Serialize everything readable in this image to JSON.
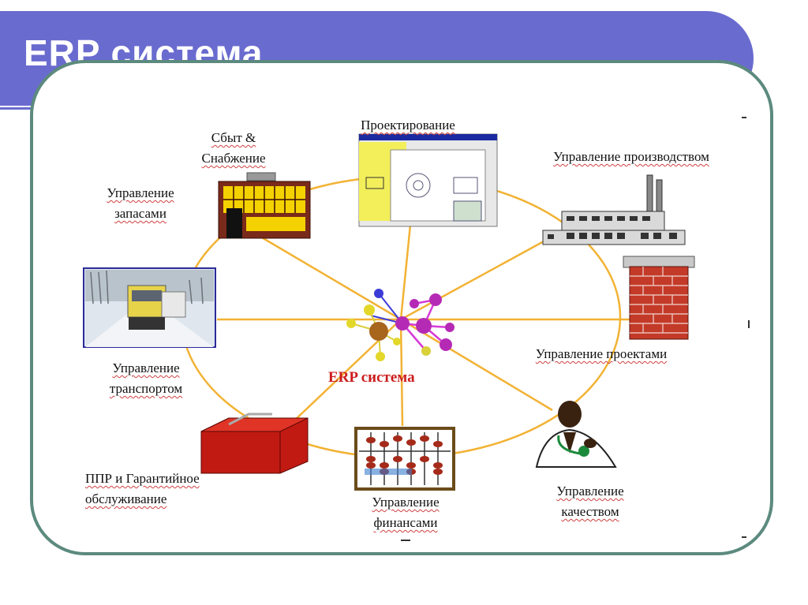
{
  "slide": {
    "title": "ERP система"
  },
  "diagram": {
    "center_label": "ERP система",
    "nodes": {
      "sales": [
        "Сбыт  &",
        "Снабжение"
      ],
      "design": [
        "Проектирование"
      ],
      "production": [
        "Управление производством"
      ],
      "inventory": [
        "Управление",
        "запасами"
      ],
      "transport": [
        "Управление",
        "транспортом"
      ],
      "projects": [
        "Управление проектами"
      ],
      "service": [
        "ППР и Гарантийное",
        "обслуживание"
      ],
      "finance": [
        "Управление",
        "финансами"
      ],
      "quality": [
        "Управление",
        "качеством"
      ]
    }
  },
  "colors": {
    "title_bar": "#6a6bcf",
    "frame": "#5c8a7e",
    "connector": "#f2b233",
    "center_label": "#cc1c1c"
  }
}
